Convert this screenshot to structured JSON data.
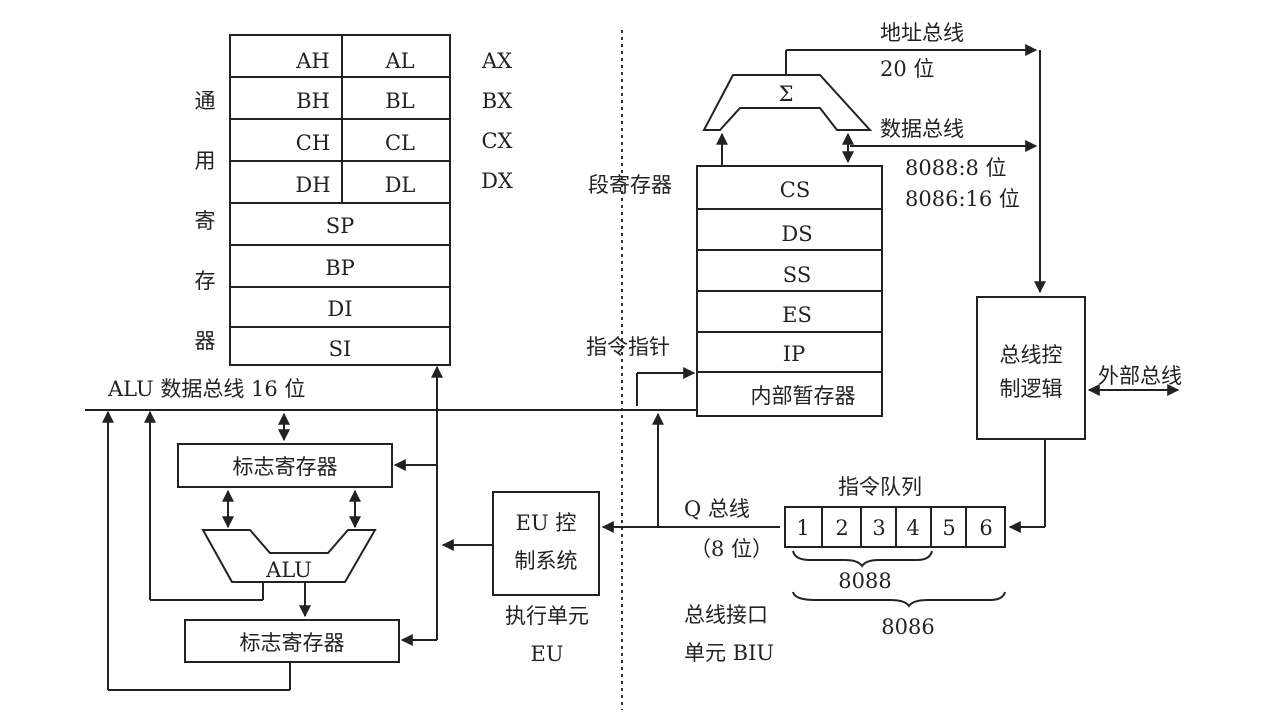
{
  "general_registers": {
    "rows": [
      {
        "high": "AH",
        "low": "AL",
        "pair": "AX"
      },
      {
        "high": "BH",
        "low": "BL",
        "pair": "BX"
      },
      {
        "high": "CH",
        "low": "CL",
        "pair": "CX"
      },
      {
        "high": "DH",
        "low": "DL",
        "pair": "DX"
      }
    ],
    "single": [
      "SP",
      "BP",
      "DI",
      "SI"
    ],
    "vertical_label": [
      "通",
      "用",
      "寄",
      "存",
      "器"
    ]
  },
  "alu_bus_label": "ALU 数据总线 16 位",
  "flag_register_top": "标志寄存器",
  "flag_register_bottom": "标志寄存器",
  "alu_label": "ALU",
  "eu_control": {
    "line1": "EU 控",
    "line2": "制系统"
  },
  "execution_unit": {
    "line1": "执行单元",
    "line2": "EU"
  },
  "adder_symbol": "Σ",
  "address_bus": {
    "line1": "地址总线",
    "line2": "20 位"
  },
  "data_bus": {
    "line1": "数据总线",
    "line2": "8088:8 位",
    "line3": "8086:16 位"
  },
  "segment_registers_label": "段寄存器",
  "segment_registers": [
    "CS",
    "DS",
    "SS",
    "ES"
  ],
  "instruction_pointer_label": "指令指针",
  "ip": "IP",
  "internal_temp": "内部暂存器",
  "bus_control": {
    "line1": "总线控",
    "line2": "制逻辑"
  },
  "external_bus": "外部总线",
  "instruction_queue_label": "指令队列",
  "queue_cells": [
    "1",
    "2",
    "3",
    "4",
    "5",
    "6"
  ],
  "q_bus": {
    "line1": "Q 总线",
    "line2": "（8 位）"
  },
  "brace_8088": "8088",
  "brace_8086": "8086",
  "biu": {
    "line1": "总线接口",
    "line2": "单元 BIU"
  }
}
